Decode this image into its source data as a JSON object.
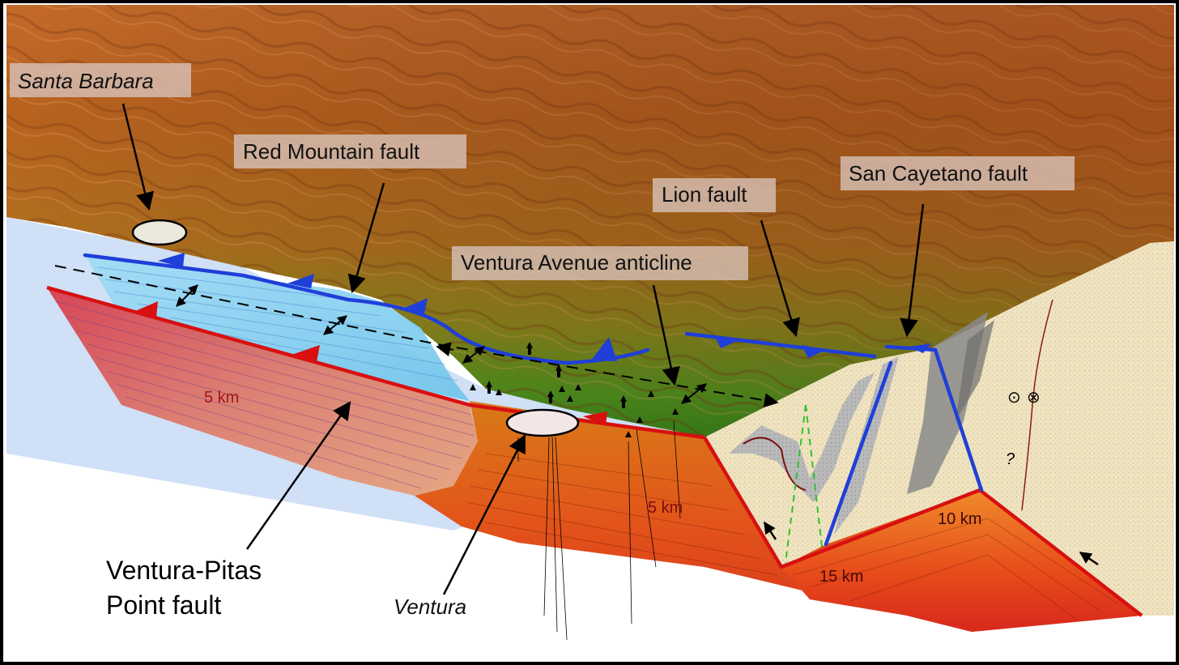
{
  "labels": {
    "santa_barbara": "Santa Barbara",
    "red_mountain_fault": "Red Mountain fault",
    "lion_fault": "Lion fault",
    "san_cayetano_fault": "San Cayetano fault",
    "ventura_avenue_anticline": "Ventura Avenue anticline",
    "ventura_pitas_line1": "Ventura-Pitas",
    "ventura_pitas_line2": "Point fault",
    "ventura": "Ventura"
  },
  "depth_labels": {
    "left_5km": "5 km",
    "center_5km": "5 km",
    "right_10km": "10 km",
    "bottom_15km": "15 km"
  },
  "section_marks": {
    "question": "?",
    "out_of_page": "⊙",
    "into_page": "⊗"
  },
  "colors": {
    "fault_blue": "#1f3fd8",
    "fault_red": "#d81010",
    "ocean": "#c9dcf5",
    "offshore_water": "#8fd0f0"
  }
}
